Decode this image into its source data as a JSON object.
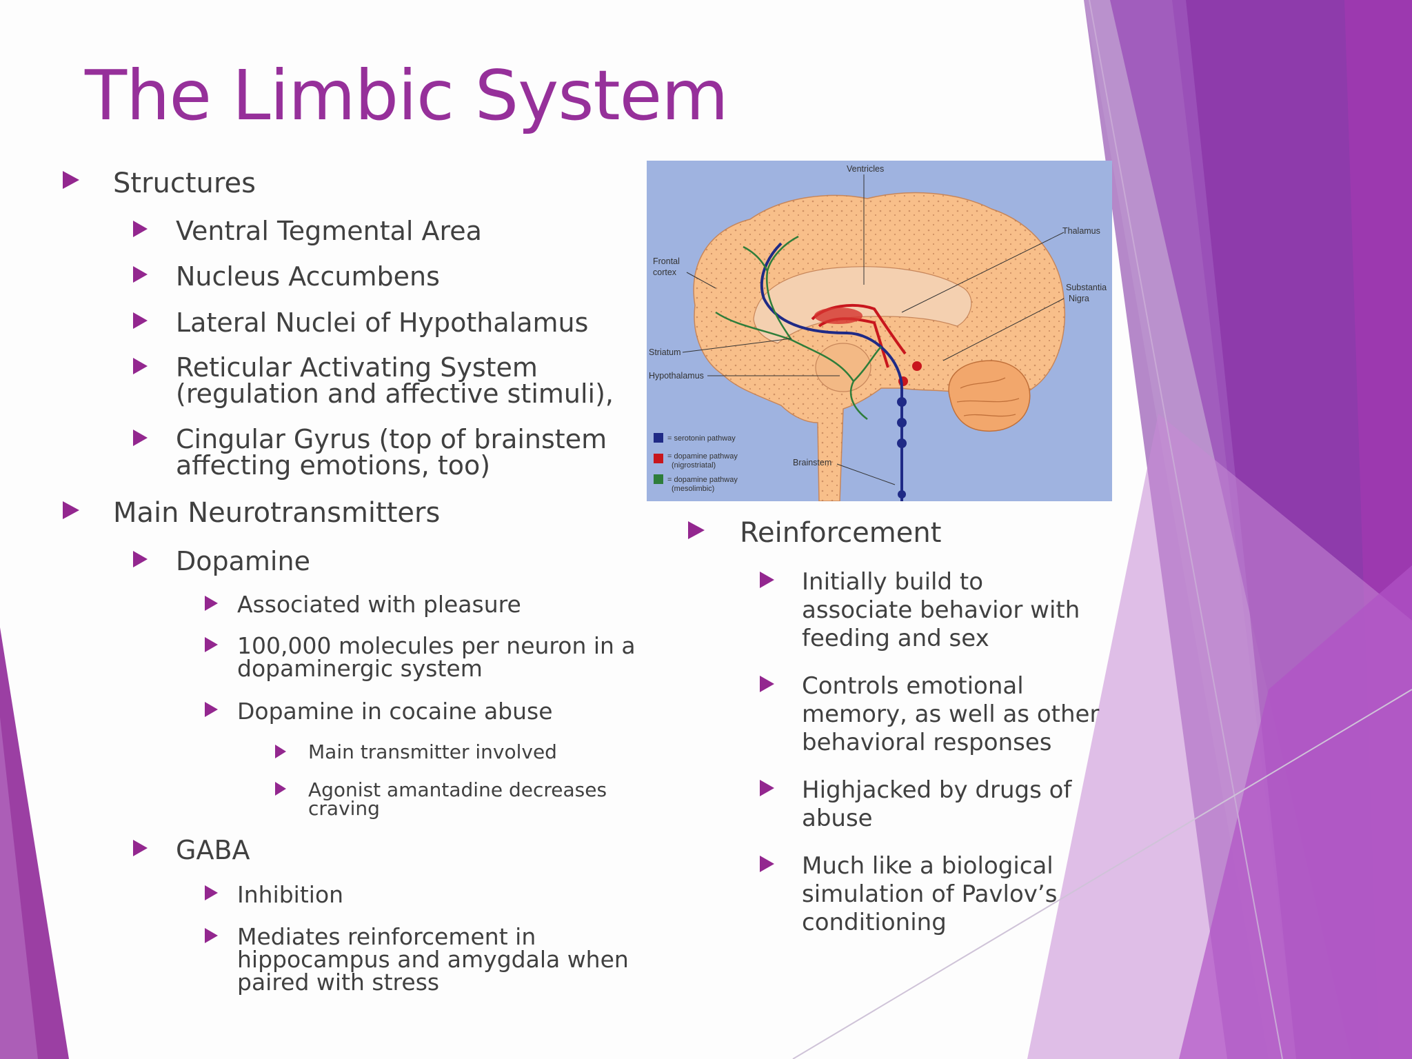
{
  "slide": {
    "title": "The Limbic System",
    "colors": {
      "title": "#96309a",
      "bullet": "#93278f",
      "text": "#404040",
      "accent_purple": "#8e3ba6"
    }
  },
  "left_column": {
    "structures": {
      "label": "Structures",
      "items": [
        "Ventral Tegmental Area",
        "Nucleus Accumbens",
        "Lateral Nuclei of Hypothalamus",
        "Reticular Activating System\n(regulation and affective stimuli),",
        "Cingular Gyrus (top of brainstem\naffecting emotions, too)"
      ]
    },
    "neurotransmitters": {
      "label": "Main Neurotransmitters",
      "dopamine": {
        "label": "Dopamine",
        "items": [
          "Associated with pleasure",
          "100,000 molecules per neuron in a\ndopaminergic system",
          "Dopamine in cocaine abuse"
        ],
        "cocaine_items": [
          "Main transmitter involved",
          "Agonist amantadine decreases\ncraving"
        ]
      },
      "gaba": {
        "label": "GABA",
        "items": [
          "Inhibition",
          "Mediates reinforcement in\nhippocampus and amygdala when\npaired with stress"
        ]
      }
    }
  },
  "right_column": {
    "reinforcement": {
      "label": "Reinforcement",
      "items": [
        "Initially build to\nassociate behavior with\nfeeding and sex",
        "Controls emotional\nmemory, as well as other\nbehavioral responses",
        "Highjacked by drugs of\nabuse",
        "Much like a biological\nsimulation of Pavlov’s\nconditioning"
      ]
    }
  },
  "diagram": {
    "labels": {
      "ventricles": "Ventricles",
      "thalamus": "Thalamus",
      "frontal_cortex_1": "Frontal",
      "frontal_cortex_2": "cortex",
      "substantia_1": "Substantia",
      "substantia_2": "Nigra",
      "striatum": "Striatum",
      "hypothalamus": "Hypothalamus",
      "brainstem": "Brainstem"
    },
    "legend": {
      "serotonin": "= serotonin pathway",
      "dopamine_nigro_1": "= dopamine pathway",
      "dopamine_nigro_2": "(nigrostriatal)",
      "dopamine_meso_1": "= dopamine pathway",
      "dopamine_meso_2": "(mesolimbic)"
    },
    "colors": {
      "background": "#9fb3e0",
      "brain": "#f8bf8a",
      "serotonin": "#1f2a86",
      "dopamine_nigrostriatal": "#c8161d",
      "dopamine_mesolimbic": "#2e7d3a"
    }
  }
}
